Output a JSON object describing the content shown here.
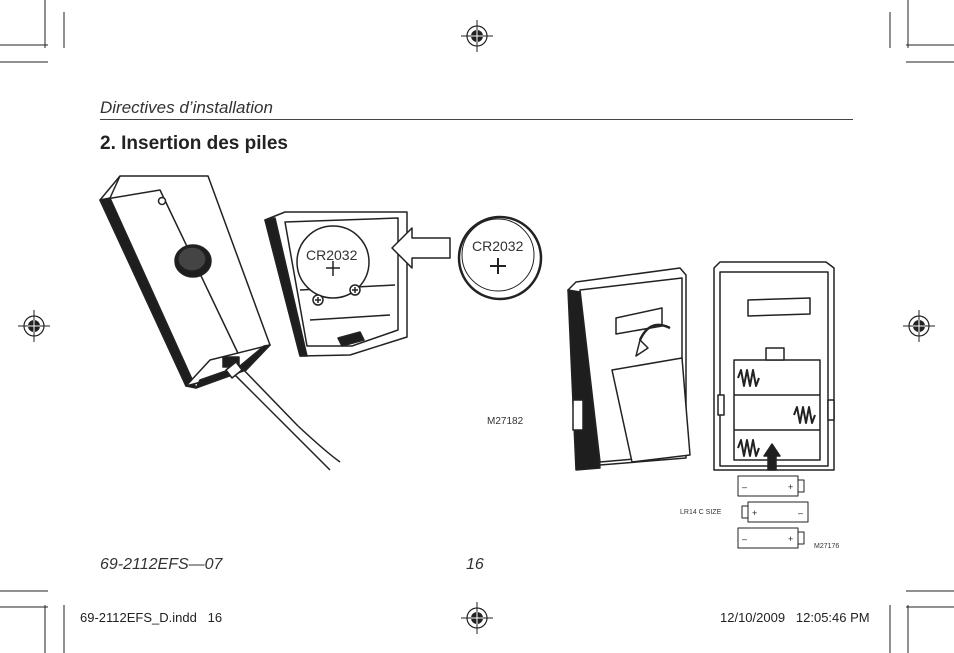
{
  "header": {
    "title": "Directives d’installation"
  },
  "section": {
    "title": "2. Insertion des piles"
  },
  "figure_left": {
    "code": "M27182",
    "battery_label_in_device": "CR2032",
    "battery_label_loose": "CR2032"
  },
  "figure_right": {
    "code": "M27176",
    "battery_size_label": "LR14 C SIZE"
  },
  "footer": {
    "doc_code": "69-2112EFS—07",
    "page_number": "16"
  },
  "slug": {
    "file": "69-2112EFS_D.indd   16",
    "datetime": "12/10/2009   12:05:46 PM"
  }
}
